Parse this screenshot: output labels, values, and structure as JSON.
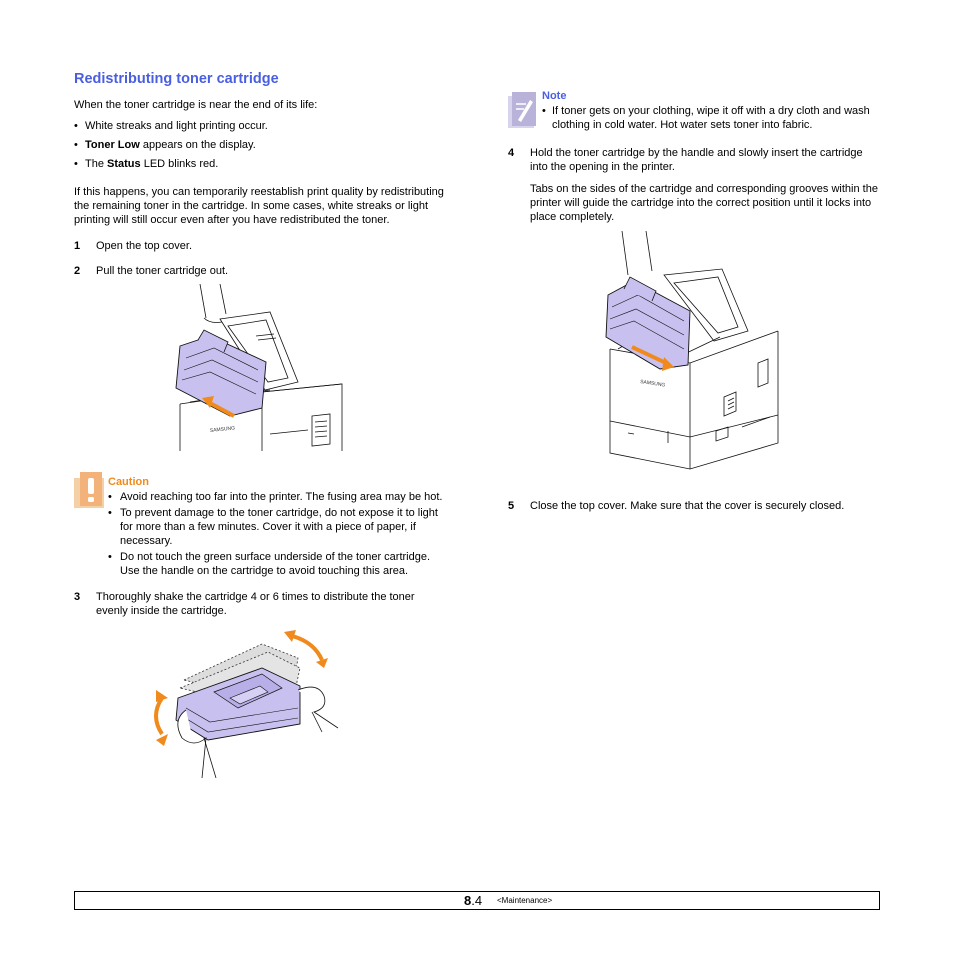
{
  "title": "Redistributing toner cartridge",
  "intro": "When the toner cartridge is near the end of its life:",
  "symptoms": [
    {
      "bold": "",
      "text": "White streaks and light printing occur."
    },
    {
      "bold": "Toner Low",
      "text": " appears on the display."
    },
    {
      "pre": "The ",
      "bold": "Status",
      "text": " LED blinks red."
    }
  ],
  "paragraph": "If this happens, you can temporarily reestablish print quality by redistributing the remaining toner in the cartridge. In some cases, white streaks or light printing will still occur even after you have redistributed the toner.",
  "steps": [
    {
      "num": "1",
      "text": "Open the top cover."
    },
    {
      "num": "2",
      "text": "Pull the toner cartridge out."
    },
    {
      "num": "3",
      "text": "Thoroughly shake the cartridge 4 or 6 times to distribute the toner evenly inside the cartridge."
    },
    {
      "num": "4",
      "text": "Hold the toner cartridge by the handle and slowly insert the cartridge into the opening in the printer.",
      "extra": "Tabs on the sides of the cartridge and corresponding grooves within the printer will guide the cartridge into the correct position until it locks into place completely."
    },
    {
      "num": "5",
      "text": "Close the top cover. Make sure that the cover is securely closed."
    }
  ],
  "caution": {
    "title": "Caution",
    "items": [
      "Avoid reaching too far into the printer. The fusing area may be hot.",
      "To prevent damage to the toner cartridge, do not expose it to light for more than a few minutes. Cover it with a piece of paper, if necessary.",
      "Do not touch the green surface underside of the toner cartridge. Use the handle on the cartridge to avoid touching this area."
    ]
  },
  "note": {
    "title": "Note",
    "items": [
      "If toner gets on your clothing, wipe it off with a dry cloth and wash clothing in cold water. Hot water sets toner into fabric."
    ]
  },
  "footer": {
    "page_major": "8",
    "page_minor": ".4",
    "chapter": "<Maintenance>"
  },
  "printer_brand_label": "SAMSUNG",
  "colors": {
    "title": "#4a5fe0",
    "caution_title": "#f08a1c",
    "caution_icon": "#f2b27a",
    "note_title": "#4a5fe0",
    "note_icon": "#b9b3d9",
    "arrow": "#f08a1c",
    "cartridge": "#c8c0ee"
  },
  "icons": [
    "caution-icon",
    "note-icon"
  ]
}
